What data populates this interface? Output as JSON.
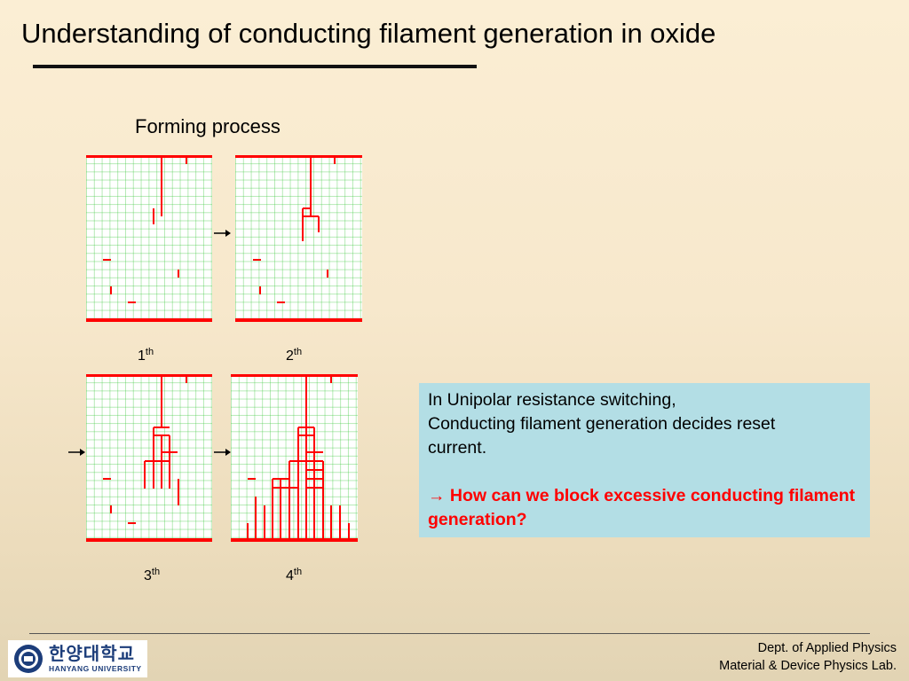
{
  "slide": {
    "title": "Understanding of conducting filament generation in oxide",
    "subtitle": "Forming process"
  },
  "panels": [
    {
      "label_num": "1",
      "label_sup": "th"
    },
    {
      "label_num": "2",
      "label_sup": "th"
    },
    {
      "label_num": "3",
      "label_sup": "th"
    },
    {
      "label_num": "4",
      "label_sup": "th"
    }
  ],
  "infobox": {
    "line1": "In Unipolar resistance switching,",
    "line2": "Conducting filament generation decides reset",
    "line3": "current.",
    "question": "How can we block excessive conducting filament generation?"
  },
  "footer": {
    "dept": "Dept. of Applied Physics",
    "lab": "Material & Device Physics Lab.",
    "logo_korean": "한양대학교",
    "logo_english": "HANYANG UNIVERSITY"
  },
  "colors": {
    "filament": "#ff0000",
    "grid": "#7ed07e",
    "infobox_bg": "#b3dee5",
    "question_text": "#ff0000"
  }
}
